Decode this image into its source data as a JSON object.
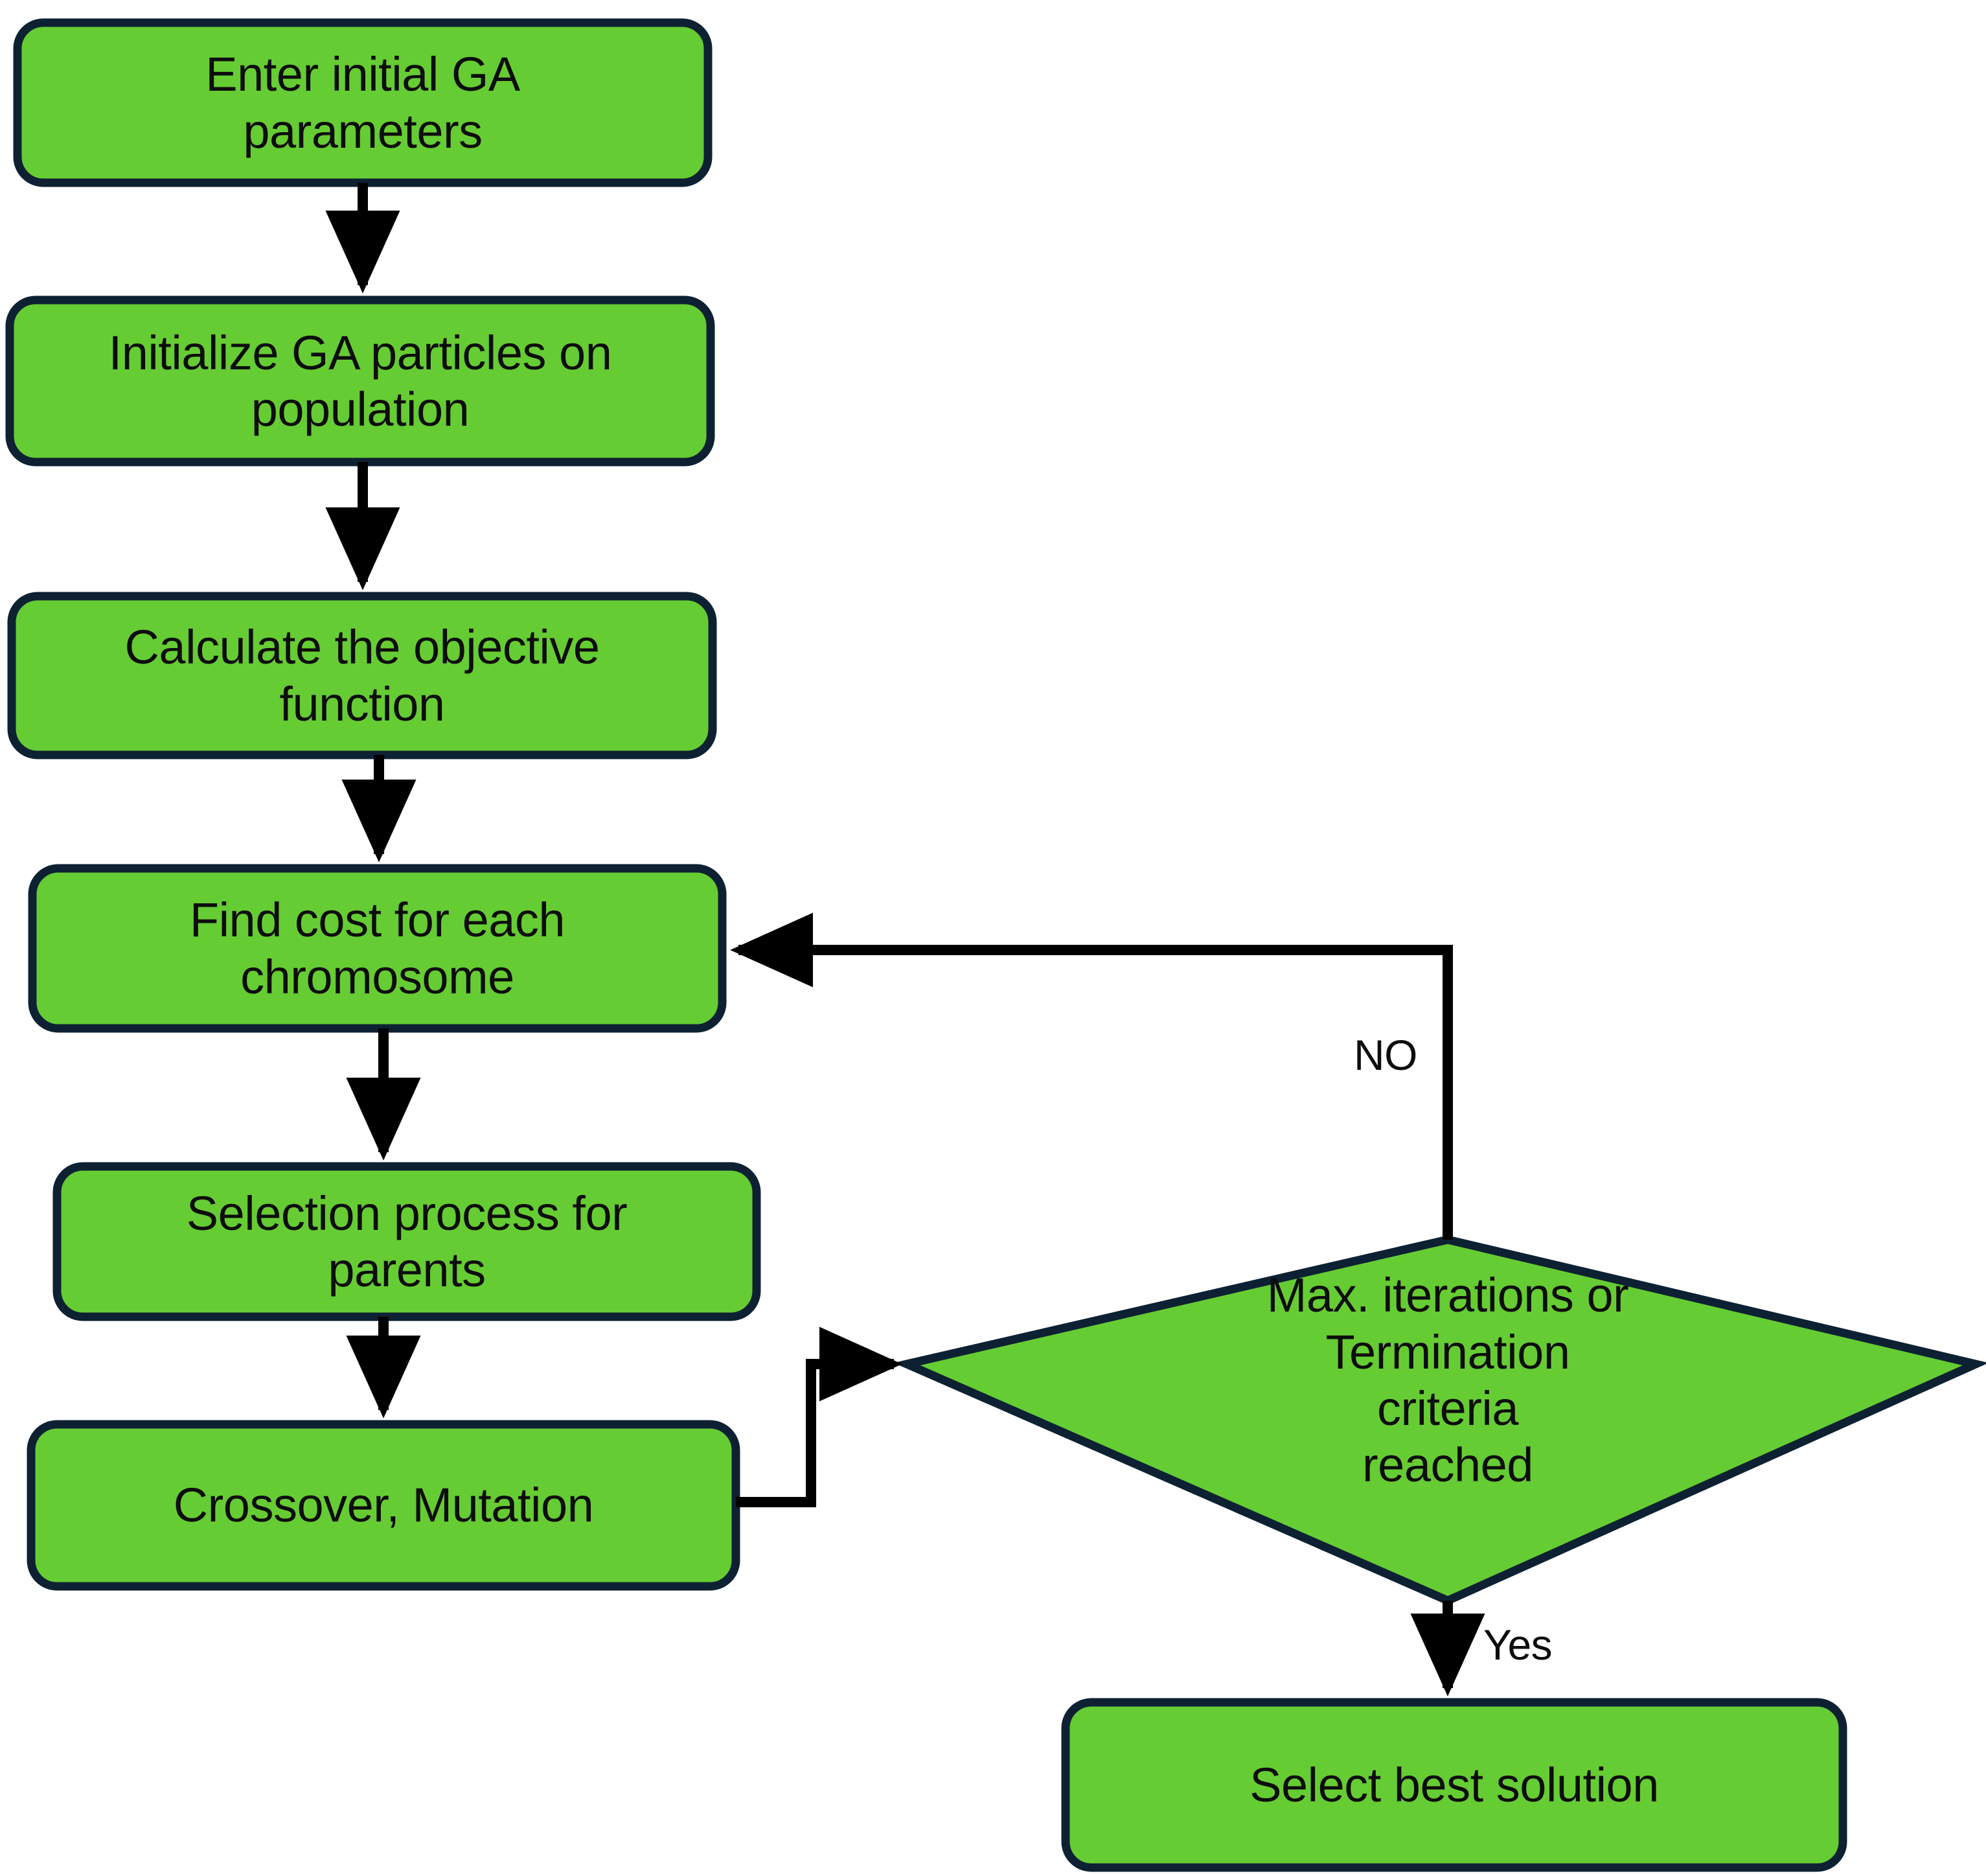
{
  "diagram": {
    "title": "Genetic Algorithm (GA) flowchart",
    "type": "flowchart",
    "colors": {
      "node_fill": "#66cc33",
      "node_stroke": "#0d2133",
      "connector": "#000000",
      "text": "#0d0d0d",
      "background": "#ffffff"
    },
    "nodes": [
      {
        "id": "enter-params",
        "shape": "rounded-rect",
        "text": "Enter initial GA\nparameters"
      },
      {
        "id": "init-particles",
        "shape": "rounded-rect",
        "text": "Initialize GA particles on\npopulation"
      },
      {
        "id": "calc-objective",
        "shape": "rounded-rect",
        "text": "Calculate the objective\nfunction"
      },
      {
        "id": "find-cost",
        "shape": "rounded-rect",
        "text": "Find cost for each\nchromosome"
      },
      {
        "id": "selection-parents",
        "shape": "rounded-rect",
        "text": "Selection process for\nparents"
      },
      {
        "id": "crossover-mutation",
        "shape": "rounded-rect",
        "text": "Crossover, Mutation"
      },
      {
        "id": "termination-check",
        "shape": "diamond",
        "text": "Max. iterations or\nTermination\ncriteria\nreached"
      },
      {
        "id": "select-best",
        "shape": "rounded-rect",
        "text": "Select best solution"
      }
    ],
    "edge_labels": {
      "no": "NO",
      "yes": "Yes"
    },
    "edges": [
      {
        "from": "enter-params",
        "to": "init-particles",
        "label": ""
      },
      {
        "from": "init-particles",
        "to": "calc-objective",
        "label": ""
      },
      {
        "from": "calc-objective",
        "to": "find-cost",
        "label": ""
      },
      {
        "from": "find-cost",
        "to": "selection-parents",
        "label": ""
      },
      {
        "from": "selection-parents",
        "to": "crossover-mutation",
        "label": ""
      },
      {
        "from": "crossover-mutation",
        "to": "termination-check",
        "label": ""
      },
      {
        "from": "termination-check",
        "to": "find-cost",
        "label": "NO"
      },
      {
        "from": "termination-check",
        "to": "select-best",
        "label": "Yes"
      }
    ]
  }
}
